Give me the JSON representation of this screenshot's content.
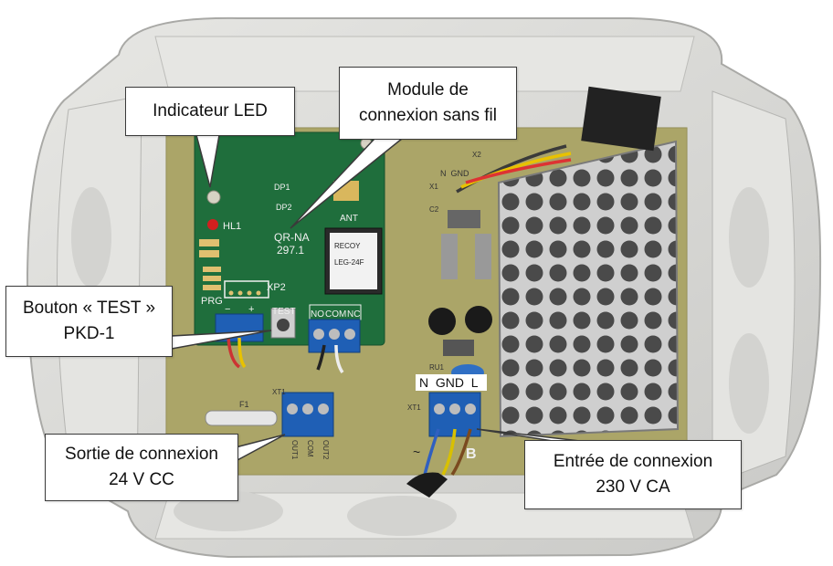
{
  "callouts": {
    "led": {
      "lines": [
        "Indicateur LED"
      ]
    },
    "wireless": {
      "lines": [
        "Module de",
        "connexion sans fil"
      ]
    },
    "test_button": {
      "lines": [
        "Bouton « TEST »",
        "PKD-1"
      ]
    },
    "output": {
      "lines": [
        "Sortie de connexion",
        "24 V CC"
      ]
    },
    "input": {
      "lines": [
        "Entrée de connexion",
        "230 V CA"
      ]
    }
  },
  "board_labels": {
    "hl1": "HL1",
    "prg": "PRG",
    "xp2": "XP2",
    "dp1": "DP1",
    "dp2": "DP2",
    "ant": "ANT",
    "qr_na": "QR-NA",
    "qr_num": "297.1",
    "test": "TEST",
    "minus": "−",
    "plus": "+",
    "no": "NO",
    "com": "COM",
    "nc": "NC",
    "n_gnd_l": "N  GND  L",
    "f1": "F1",
    "xt1": "XT1",
    "x1": "X1",
    "x2": "X2",
    "c2": "C2",
    "ru1": "RU1",
    "ngnd_small": "N  GND",
    "out1": "OUT1",
    "com2": "COM",
    "out2": "OUT2",
    "relay_brand": "RECOY",
    "relay_model": "LEG-24F",
    "tilde": "~",
    "b": "B"
  },
  "colors": {
    "case": "#dcdcd8",
    "pcb": "#a7a266",
    "module": "#1f6e3c",
    "terminal": "#1f5fb5",
    "psu_mesh": "#c9c9c9"
  }
}
